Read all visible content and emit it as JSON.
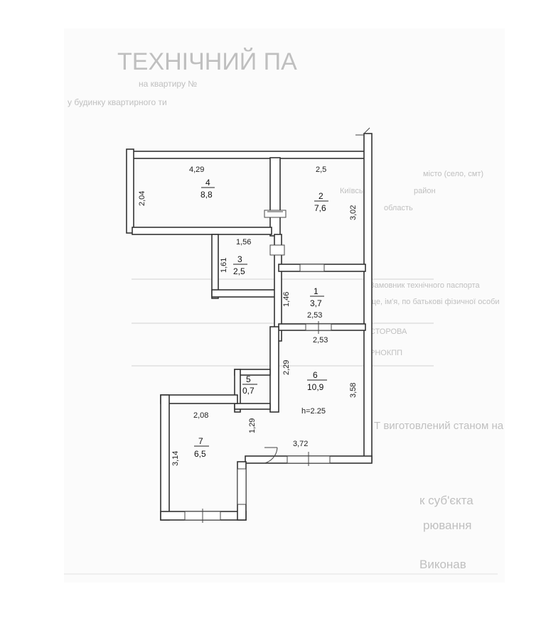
{
  "background_form": {
    "title": "ТЕХНІЧНИЙ ПА",
    "line1": "на квартиру №",
    "line2": "у будинку квартирного ти",
    "field1": "місто (село, смт)",
    "field2": "район",
    "field3": "область",
    "field4": "Київська",
    "note1": "Замовник технічного паспорта",
    "note2": "ще, ім'я, по батькові фізичної особи",
    "row1": "СТОРОВА",
    "row2": "РНОКПП",
    "caption": "Т виготовлений станом на",
    "footer1": "к суб'єкта",
    "footer2": "рювання",
    "footer3": "Виконав"
  },
  "plan": {
    "height_label": "h=2.25",
    "rooms": [
      {
        "id": "1",
        "area": "3,7"
      },
      {
        "id": "2",
        "area": "7,6"
      },
      {
        "id": "3",
        "area": "2,5"
      },
      {
        "id": "4",
        "area": "8,8"
      },
      {
        "id": "5",
        "area": "0,7"
      },
      {
        "id": "6",
        "area": "10,9"
      },
      {
        "id": "7",
        "area": "6,5"
      }
    ],
    "dimensions": {
      "room4_width": "4,29",
      "room4_height": "2,04",
      "room2_width": "2,5",
      "room2_height": "3,02",
      "room3_width": "1,56",
      "room3_height": "1,61",
      "room1_height": "1,46",
      "room1_width": "2,53",
      "room6_top": "2,53",
      "room6_left": "2,29",
      "room6_right": "3,58",
      "room6_bottom": "3,72",
      "room7_width": "2,08",
      "room7_height": "3,14",
      "corridor_height": "1,29"
    }
  }
}
